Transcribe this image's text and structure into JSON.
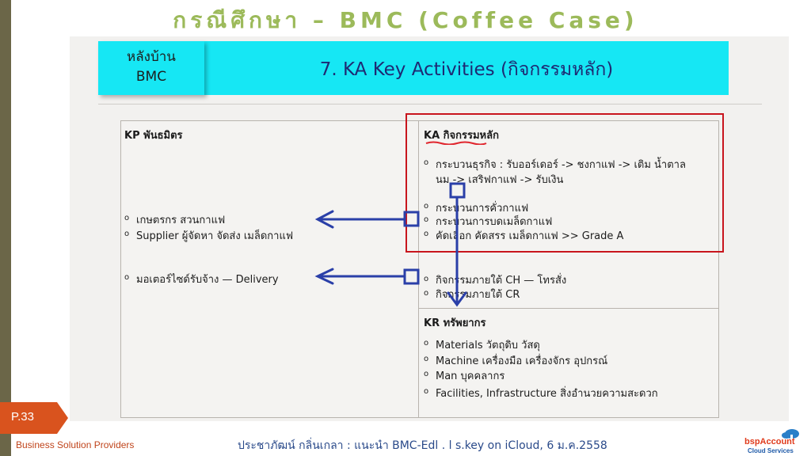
{
  "slide": {
    "title": "กรณีศึกษา – BMC (Coffee Case)",
    "header_left": [
      "หลังบ้าน",
      "BMC"
    ],
    "header_title": "7. KA Key Activities (กิจกรรมหลัก)",
    "colors": {
      "title": "#9cba5a",
      "banner": "#16e7f4",
      "highlight_box": "#c8151d",
      "arrow": "#2a3fa8",
      "badge": "#d9531e"
    }
  },
  "kp": {
    "heading": "KP พันธมิตร",
    "items": [
      "เกษตรกร สวนกาแฟ",
      "Supplier ผู้จัดหา จัดส่ง เมล็ดกาแฟ",
      "มอเตอร์ไซด์รับจ้าง — Delivery"
    ]
  },
  "ka": {
    "heading": "KA กิจกรรมหลัก",
    "process_line1": "กระบวนธุรกิจ : รับออร์เดอร์ -> ชงกาแฟ -> เติม น้ำตาล",
    "process_line2": "นม -> เสริฟกาแฟ -> รับเงิน",
    "items": [
      "กระบวนการคั่วกาแฟ",
      "กระบวนการบดเมล็ดกาแฟ",
      "คัดเลือก คัดสรร เมล็ดกาแฟ >> Grade A"
    ],
    "outsourced": [
      "กิจกรรมภายใต้ CH — โทรสั่ง",
      "กิจกรรมภายใต้ CR"
    ]
  },
  "kr": {
    "heading": "KR ทรัพยากร",
    "items": [
      "Materials วัตถุดิบ วัสดุ",
      "Machine เครื่องมือ เครื่องจักร อุปกรณ์",
      "Man บุคคลากร",
      "Facilities, Infrastructure สิ่งอำนวยความสะดวก"
    ]
  },
  "footer": {
    "page": "P.33",
    "left": "Business Solution Providers",
    "center": "ประชาภัฒน์ กลิ่นเกลา : แนะนำ BMC-Edl . l s.key on iCloud, 6 ม.ค.2558",
    "logo_name": "bspAccount",
    "logo_sub": "Cloud Services"
  }
}
